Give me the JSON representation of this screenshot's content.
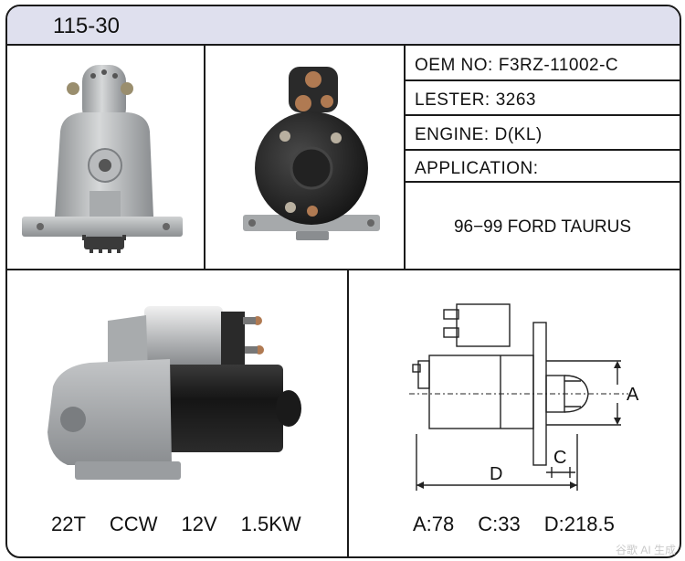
{
  "header": {
    "code": "115-30"
  },
  "specs": [
    {
      "label": "OEM NO:",
      "value": "F3RZ-11002-C"
    },
    {
      "label": "LESTER:",
      "value": "3263"
    },
    {
      "label": "ENGINE:",
      "value": "D(KL)"
    },
    {
      "label": "APPLICATION:",
      "value": ""
    }
  ],
  "application_value": "96−99 FORD TAURUS",
  "bottom_left": {
    "teeth": "22T",
    "rotation": "CCW",
    "voltage": "12V",
    "power": "1.5KW"
  },
  "diagram": {
    "label_a": "A",
    "label_c": "C",
    "label_d": "D"
  },
  "bottom_right": {
    "a": "A:78",
    "c": "C:33",
    "d": "D:218.5"
  },
  "watermark": "谷歌 AI 生成"
}
